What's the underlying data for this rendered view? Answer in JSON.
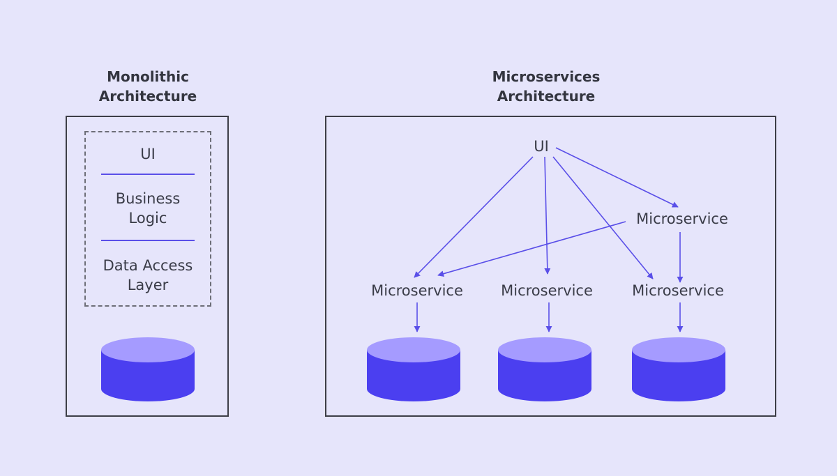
{
  "monolithic": {
    "title": "Monolithic\nArchitecture",
    "layers": [
      "UI",
      "Business\nLogic",
      "Data Access\nLayer"
    ]
  },
  "microservices": {
    "title": "Microservices\nArchitecture",
    "ui_label": "UI",
    "service_label": "Microservice"
  },
  "colors": {
    "background": "#e6e5fb",
    "accent": "#5a4fe8",
    "db_body": "#4b3ff0",
    "db_top": "#a59bff",
    "border": "#3d3e47"
  }
}
